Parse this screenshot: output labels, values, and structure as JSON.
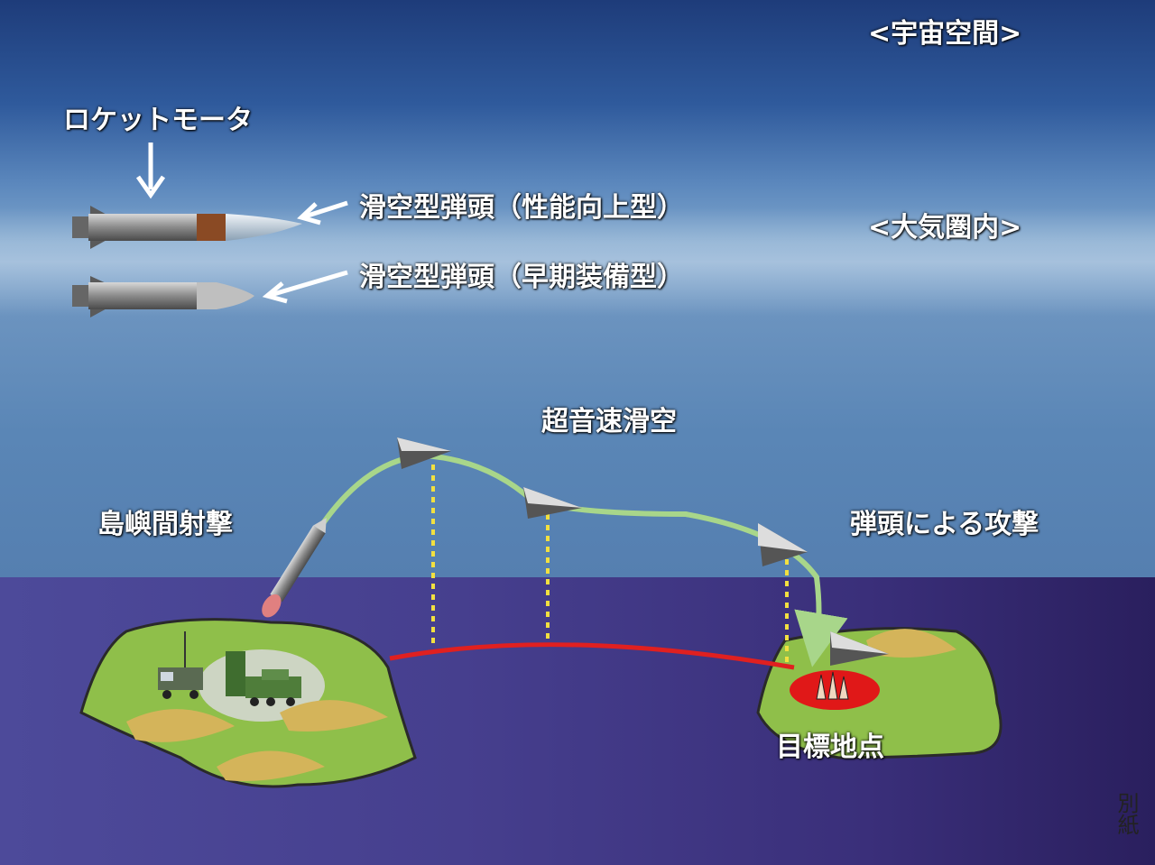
{
  "labels": {
    "space": "<宇宙空間>",
    "atmosphere": "<大気圏内>",
    "rocket_motor": "ロケットモータ",
    "warhead_improved": "滑空型弾頭（性能向上型）",
    "warhead_early": "滑空型弾頭（早期装備型）",
    "hypersonic_glide": "超音速滑空",
    "island_firing": "島嶼間射撃",
    "warhead_attack": "弾頭による攻撃",
    "target_point": "目標地点",
    "attachment": "別紙"
  },
  "colors": {
    "trajectory": "#a8d68a",
    "ground_track": "#e02020",
    "drop_line": "#f2e040",
    "island": "#8fbf4a",
    "target_zone": "#e01818"
  },
  "icons": [
    "down-arrow-icon",
    "pointer-arrow-icon",
    "launcher-vehicle-icon",
    "radar-truck-icon",
    "glide-vehicle-icon",
    "missile-icon"
  ]
}
